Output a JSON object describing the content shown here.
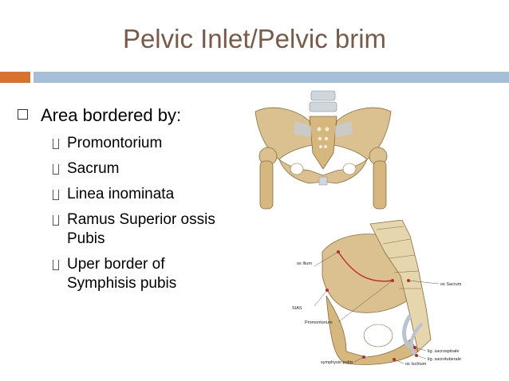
{
  "slide": {
    "title": "Pelvic Inlet/Pelvic brim",
    "main_bullet": "Area bordered by:",
    "sub_bullets": [
      "Promontorium",
      "Sacrum",
      "Linea inominata",
      "Ramus Superior ossis Pubis",
      "Uper border of Symphisis pubis"
    ],
    "figure_labels": {
      "os_ilium": "os Ilium",
      "os_sacrum": "os Sacrum",
      "sias": "SIAS",
      "promontorium": "Promontorium",
      "lig_sacrospinale": "lig. sacrospinale",
      "lig_sacrotuberale": "lig. sacrotuberale",
      "symphysis_pubis": "symphysio pubis",
      "os_ischium": "os Ischium"
    }
  },
  "colors": {
    "title": "#7a5a46",
    "accent_orange": "#d9712f",
    "accent_blue": "#a7bfd6",
    "bone": "#d8bf8c"
  }
}
